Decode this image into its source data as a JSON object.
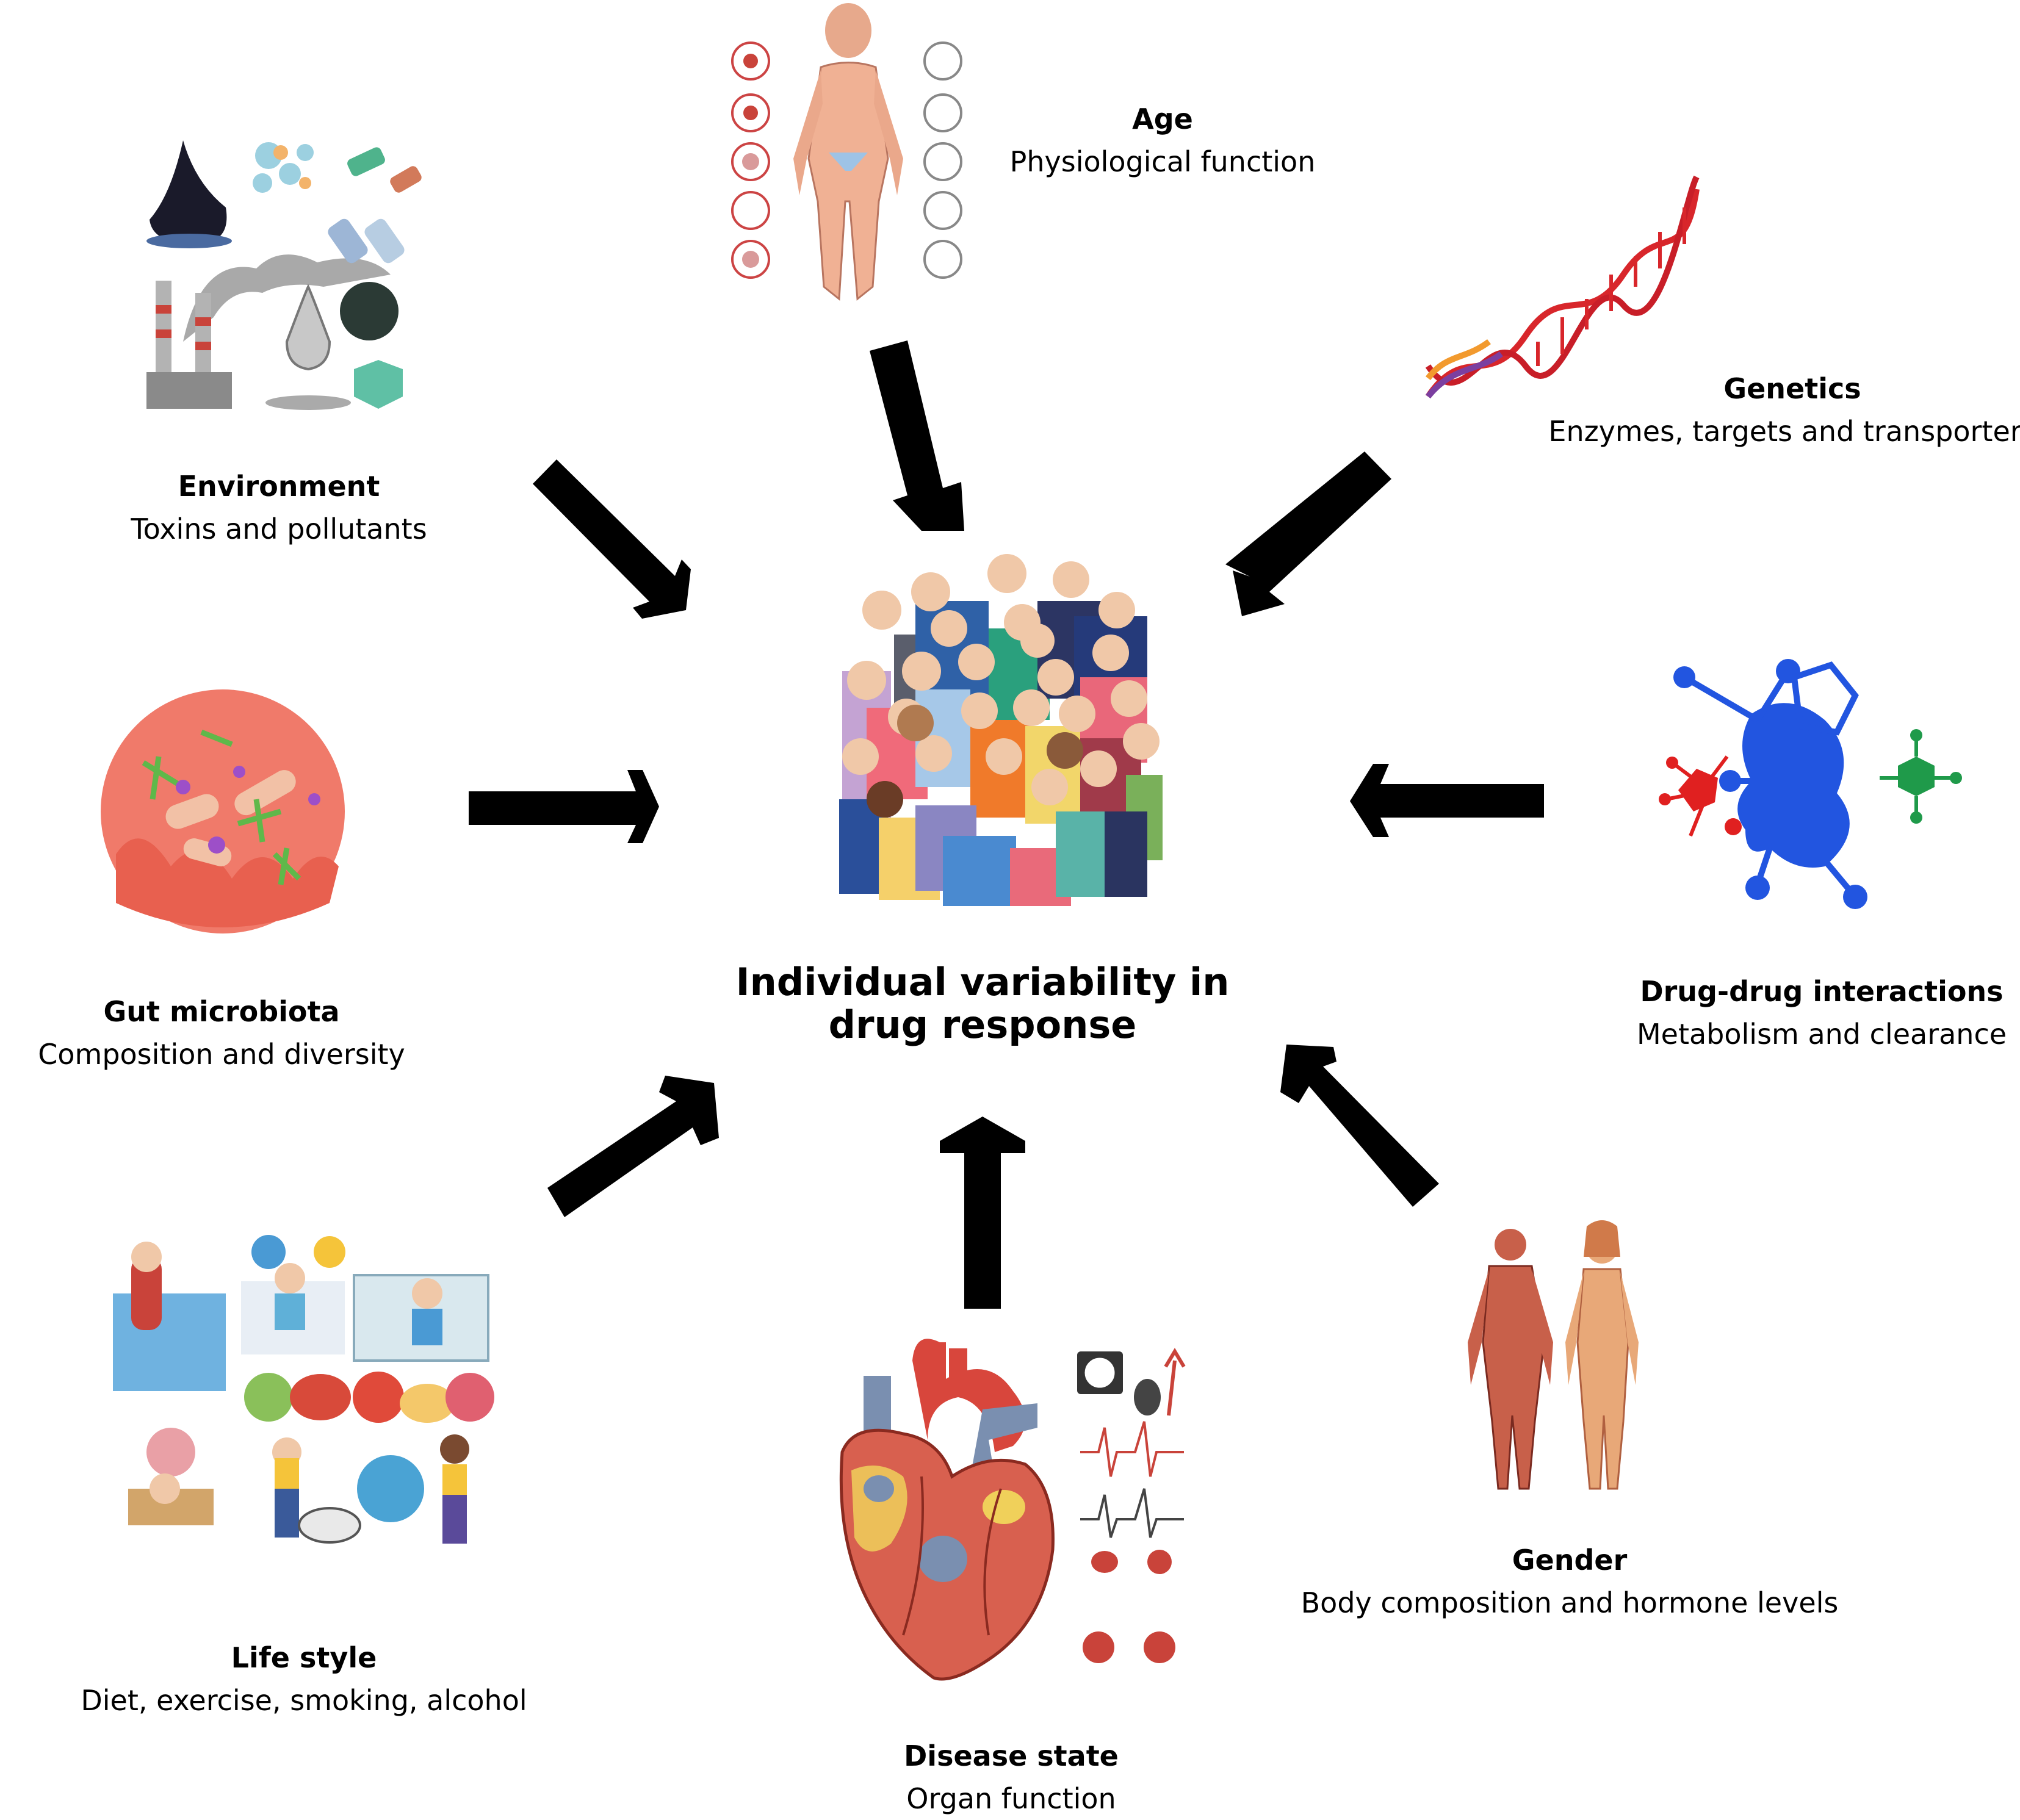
{
  "center": {
    "line1": "Individual variability in",
    "line2": "drug response",
    "icon": "diverse-crowd-illustration"
  },
  "factors": [
    {
      "id": "age",
      "title": "Age",
      "subtitle": "Physiological function",
      "icon": "human-anatomy-body-illustration"
    },
    {
      "id": "genetics",
      "title": "Genetics",
      "subtitle": "Enzymes, targets and transporters",
      "icon": "dna-helix-illustration"
    },
    {
      "id": "drug-drug",
      "title": "Drug-drug interactions",
      "subtitle": "Metabolism and clearance",
      "icon": "molecule-interaction-illustration"
    },
    {
      "id": "gender",
      "title": "Gender",
      "subtitle": "Body composition and hormone levels",
      "icon": "male-female-anatomy-illustration"
    },
    {
      "id": "disease",
      "title": "Disease state",
      "subtitle": "Organ function",
      "icon": "diseased-heart-illustration"
    },
    {
      "id": "lifestyle",
      "title": "Life style",
      "subtitle": "Diet, exercise, smoking, alcohol",
      "icon": "lifestyle-activities-illustration"
    },
    {
      "id": "microbiota",
      "title": "Gut microbiota",
      "subtitle": "Composition and diversity",
      "icon": "gut-bacteria-illustration"
    },
    {
      "id": "environment",
      "title": "Environment",
      "subtitle": "Toxins and pollutants",
      "icon": "pollution-toxins-illustration"
    }
  ],
  "arrows": {
    "color": "#000000",
    "direction": "inward-to-center"
  },
  "colors": {
    "background": "#ffffff",
    "text": "#000000",
    "dna_red": "#d8262b",
    "dna_purple": "#7b3fa0",
    "dna_orange": "#f29a2e",
    "molecule_blue": "#2255e0",
    "molecule_red": "#e02020",
    "molecule_green": "#1f9a4a",
    "gut_pink": "#f07a6a",
    "heart_red": "#d8463c",
    "vein_blue": "#7a8fb0"
  }
}
